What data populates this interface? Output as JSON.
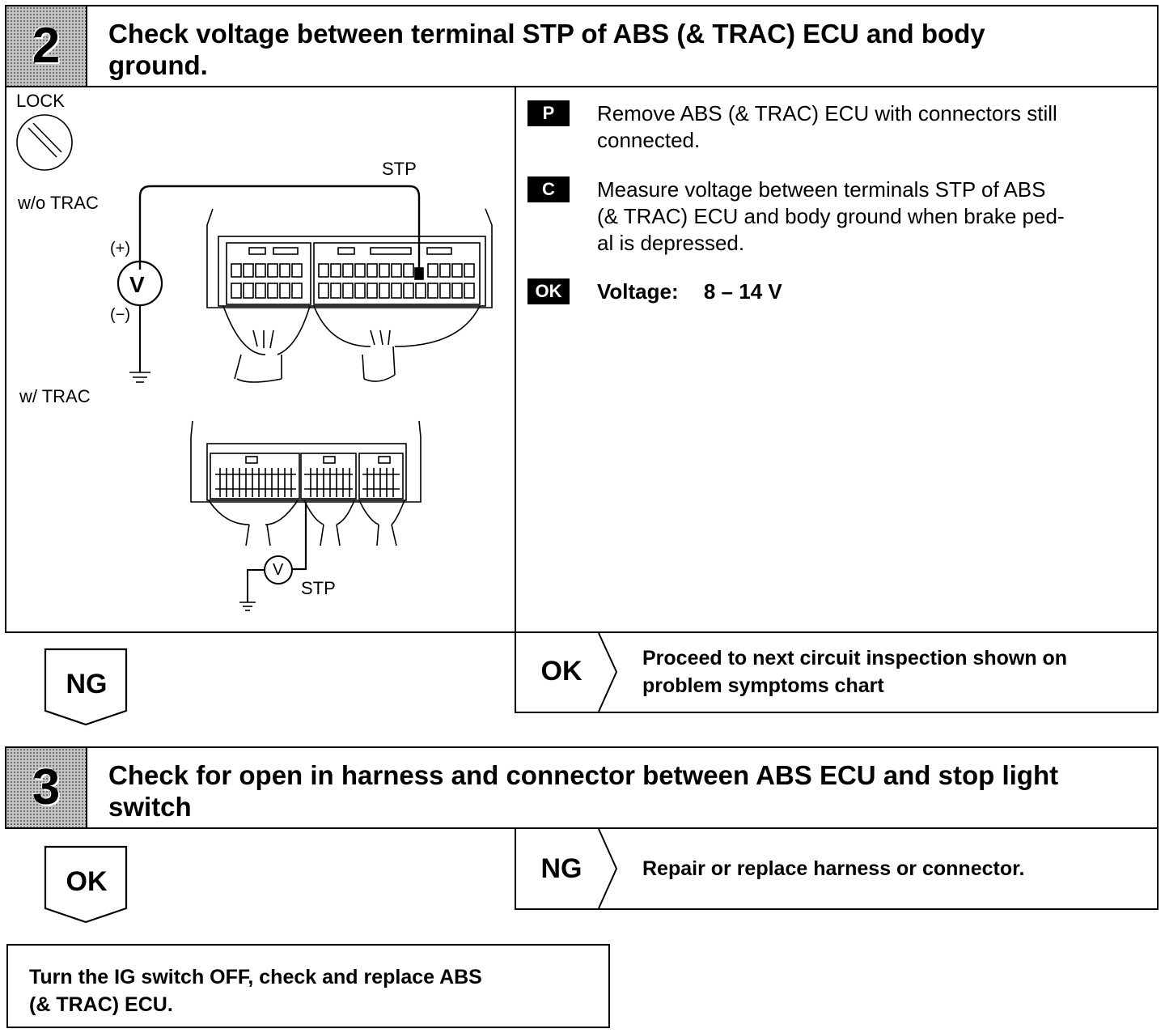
{
  "step2": {
    "number": "2",
    "title_line1": "Check voltage between terminal STP of ABS (& TRAC) ECU and body",
    "title_line2": "ground.",
    "diagram": {
      "lock_label": "LOCK",
      "wo_trac_label": "w/o TRAC",
      "w_trac_label": "w/ TRAC",
      "stp_label_top": "STP",
      "stp_label_bottom": "STP",
      "plus_label": "(+)",
      "minus_label": "(−)",
      "meter_symbol": "V",
      "meter_symbol_small": "V"
    },
    "instructions": [
      {
        "badge": "P",
        "text_line1": "Remove ABS (& TRAC) ECU with connectors still",
        "text_line2": "connected."
      },
      {
        "badge": "C",
        "text_line1": "Measure voltage between terminals STP of ABS",
        "text_line2": "(& TRAC) ECU and body ground when brake ped-",
        "text_line3": "al is depressed."
      },
      {
        "badge": "OK",
        "label": "Voltage:",
        "value": "8 – 14 V"
      }
    ],
    "ng_label": "NG",
    "ok_branch": {
      "label": "OK",
      "text_line1": "Proceed to next circuit inspection shown on",
      "text_line2": "problem symptoms chart"
    }
  },
  "step3": {
    "number": "3",
    "title_line1": "Check for open in harness and connector between ABS ECU and stop light",
    "title_line2": "switch",
    "ok_label": "OK",
    "ng_branch": {
      "label": "NG",
      "text": "Repair or replace harness or connector."
    }
  },
  "final_action": {
    "line1": "Turn the IG switch OFF, check and replace ABS",
    "line2": "(& TRAC) ECU."
  }
}
